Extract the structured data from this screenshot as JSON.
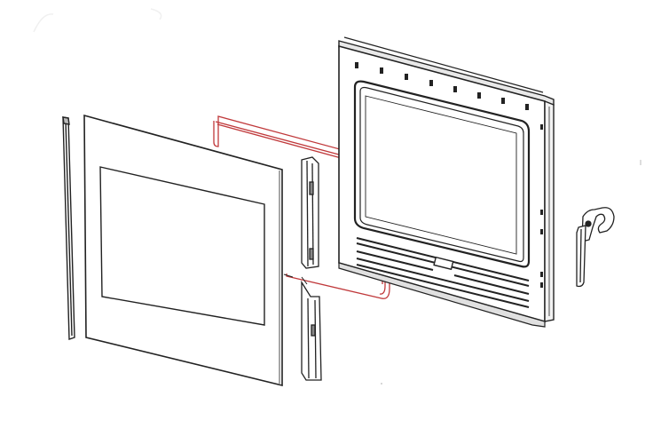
{
  "diagram": {
    "kind": "exploded-assembly",
    "parts": [
      {
        "id": "left-trim-strip",
        "colour": "#222222"
      },
      {
        "id": "outer-glass-panel",
        "colour": "#222222"
      },
      {
        "id": "door-seal-gasket",
        "colour": "#c0393b"
      },
      {
        "id": "side-trim-channel",
        "colour": "#222222"
      },
      {
        "id": "inner-door-frame",
        "colour": "#222222"
      },
      {
        "id": "hinge-bracket",
        "colour": "#222222"
      }
    ],
    "colors": {
      "line": "#222222",
      "seal": "#c0393b",
      "shade": "#d6d6d6",
      "background": "#ffffff"
    }
  }
}
